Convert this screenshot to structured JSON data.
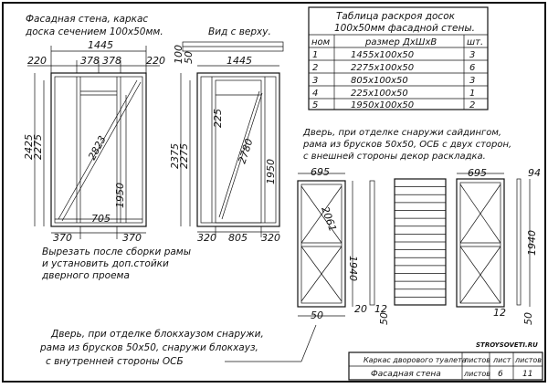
{
  "title_left": [
    "Фасадная стена, каркас",
    "доска сечением 100х50мм."
  ],
  "title_top_view": "Вид с верху.",
  "table": {
    "caption": [
      "Таблица раскроя досок",
      "100х50мм фасадной стены."
    ],
    "headers": [
      "ном",
      "размер ДхШхВ",
      "шт."
    ],
    "rows": [
      [
        "1",
        "1455х100х50",
        "3"
      ],
      [
        "2",
        "2275х100х50",
        "6"
      ],
      [
        "3",
        "805х100х50",
        "3"
      ],
      [
        "4",
        "225х100х50",
        "1"
      ],
      [
        "5",
        "1950х100х50",
        "2"
      ]
    ]
  },
  "note_siding": [
    "Дверь, при отделке снаружи сайдингом,",
    "рама из брусков 50х50, ОСБ с двух сторон,",
    "с внешней стороны декор раскладка."
  ],
  "note_cut": [
    "Вырезать после сборки рамы",
    "и установить доп.стойки",
    "дверного проема"
  ],
  "note_block": [
    "Дверь, при отделке блокхаузом снаружи,",
    "рама из брусков 50х50, снаружи блокхауз,",
    "с внутренней стороны ОСБ"
  ],
  "dims": {
    "f_width": "1445",
    "f_left": "220",
    "f_mid1": "378",
    "f_mid2": "378",
    "f_right": "220",
    "f_h1": "2425",
    "f_h2": "2275",
    "f_diag": "2823",
    "f_door_h": "1950",
    "f_bot1": "370",
    "f_bot2": "705",
    "f_bot3": "370",
    "t_100": "100",
    "t_50": "50",
    "t_width": "1445",
    "t_h1": "2375",
    "t_h2": "2275",
    "t_225": "225",
    "t_diag": "2780",
    "t_1950": "1950",
    "t_bot1": "320",
    "t_bot2": "805",
    "t_bot3": "320",
    "d1_w": "695",
    "d1_diag": "2061",
    "d1_h": "1940",
    "d1_bot": "50",
    "d2_20": "20",
    "d2_12": "12",
    "d2_50": "50",
    "d3_w": "695",
    "d3_94": "94",
    "d3_h": "1940",
    "d3_12": "12",
    "d3_50": "50"
  },
  "title_block": {
    "project": "Каркас дворового туалета",
    "sheet_name": "Фасадная стена",
    "lbl_sheets": "листов",
    "lbl_sheet": "лист",
    "lbl_sheets2": "листов",
    "sheet_no": "6",
    "sheets_total": "11",
    "site": "STROYSOVETI.RU"
  }
}
